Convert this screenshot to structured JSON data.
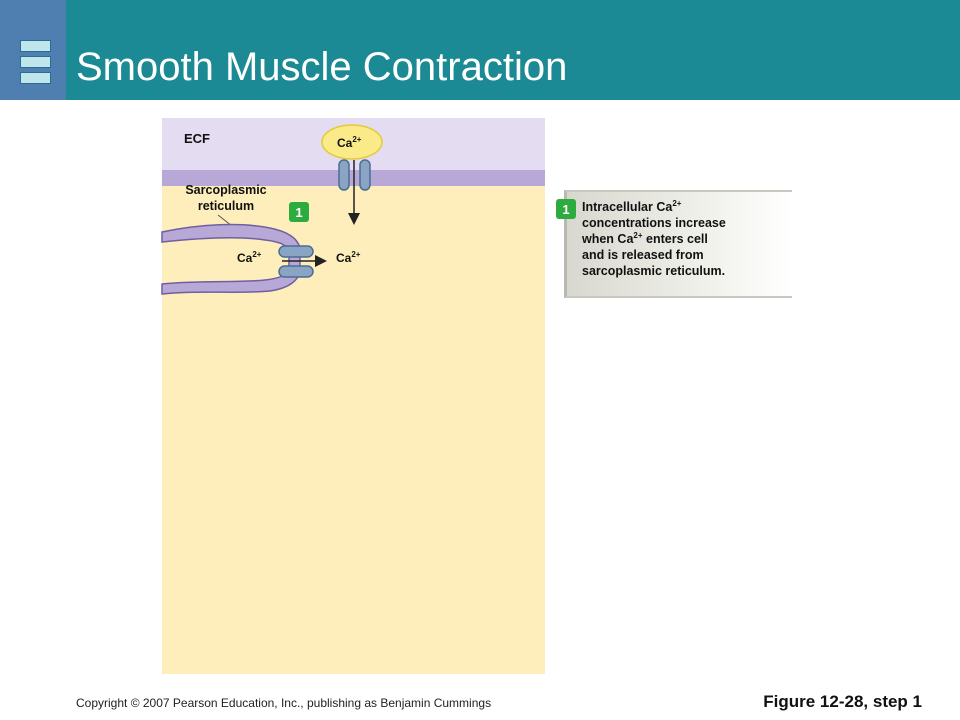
{
  "header": {
    "title": "Smooth Muscle Contraction"
  },
  "diagram": {
    "ecf_label": "ECF",
    "ion_outside": {
      "base": "Ca",
      "charge": "2+"
    },
    "sr_label_line1": "Sarcoplasmic",
    "sr_label_line2": "reticulum",
    "step_marker": "1",
    "ion_sr": {
      "base": "Ca",
      "charge": "2+"
    },
    "ion_cytosol": {
      "base": "Ca",
      "charge": "2+"
    },
    "colors": {
      "ecf": "#e4dcf0",
      "membrane": "#b7a8d8",
      "cytosol": "#fdeebb",
      "calcium": "#fbeb88",
      "channel": "#8aa4c4",
      "step_badge": "#2eab3e"
    }
  },
  "callout": {
    "step_number": "1",
    "text": {
      "l1a": "Intracellular Ca",
      "l1sup": "2+",
      "l2": "concentrations increase",
      "l3a": "when Ca",
      "l3sup": "2+",
      "l3b": " enters cell",
      "l4": "and is released from",
      "l5": "sarcoplasmic reticulum."
    }
  },
  "footer": {
    "copyright": "Copyright © 2007 Pearson Education, Inc., publishing as Benjamin Cummings",
    "figure": "Figure 12-28, step 1"
  }
}
